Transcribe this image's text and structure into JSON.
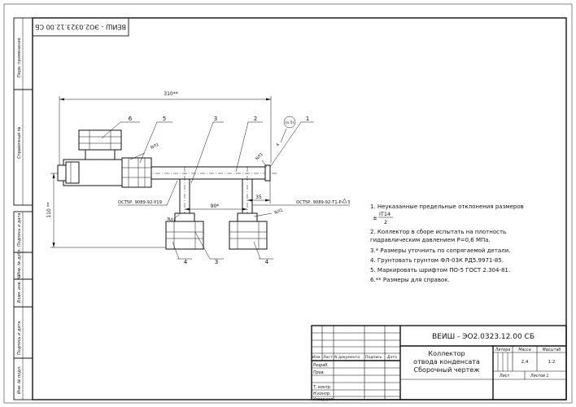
{
  "stamp": {
    "code": "ВЕИШ - ЭО2.0323.12.00 СБ",
    "title_lines": [
      "Коллектор",
      "отвода конденсата",
      "Сборочный чертеж"
    ],
    "header_cols": [
      "Изм.",
      "Лист",
      "N  документа",
      "Подпись",
      "Дата"
    ],
    "roles": [
      "Разраб.",
      "Пров.",
      "Т. контр.",
      "Н.контр.",
      "Утвердил"
    ],
    "lit_label": "Литера",
    "mass_label": "Масса",
    "scale_label": "Масштаб",
    "mass": "2,4",
    "scale": "1:2",
    "sheet_label": "Лист",
    "sheets_label": "Листов 1"
  },
  "top_stamp": "ВЕИШ - ЭО2.0323.12.00 СБ",
  "left_strip": [
    "Перв. применение",
    "Справочный №",
    "Подпись и дата",
    "Инв. № дубл.",
    "Взам. инв. №",
    "Подпись и дата",
    "Инв. № подл."
  ],
  "drawing": {
    "dim_top": "310**",
    "dim_left": "110 **",
    "dim_90": "90*",
    "dim_35": "35",
    "dim_4": "4",
    "callouts": [
      "1",
      "2",
      "3",
      "5",
      "6",
      "3",
      "4",
      "4"
    ],
    "roughness": "(n.5)",
    "weld_labels": [
      "NЛ1",
      "NЛ1",
      "NЛ1",
      "NЛ1"
    ],
    "ost_left": "ОСТ5Р. 9089-92-У19",
    "ost_right": "ОСТ5Р. 9089-92-Т1-Р-",
    "ost_right_num": "3"
  },
  "notes": {
    "n1": "1. Неуказанные предельные отклонения размеров",
    "n1_frac_num": "IT14",
    "n1_frac_den": "2",
    "n2a": "2. Коллектор в сборе испытать на плотность",
    "n2b": "гидравлическим давлением Р=0,6 МПа.",
    "n3": "3.* Размеры уточнить по сопрягаемой детали.",
    "n4": "4. Грунтовать грунтом ФЛ-03К РД5.9971-85.",
    "n5": "5. Маркировать шрифтом ПО-5 ГОСТ 2.304-81.",
    "n6": "6.** Размеры для справок."
  }
}
